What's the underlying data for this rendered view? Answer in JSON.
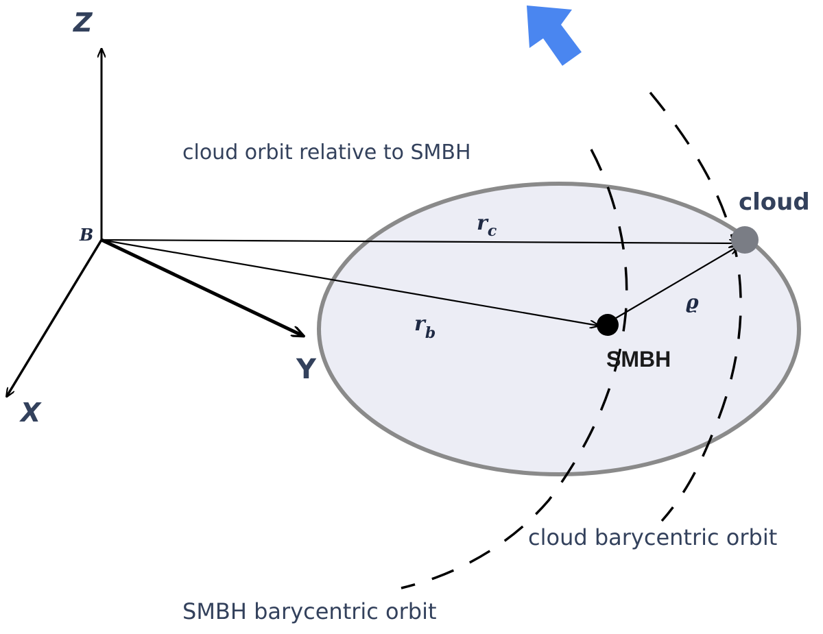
{
  "axes": {
    "z_label": "Z",
    "x_label": "X",
    "y_label": "Y",
    "origin_label": "B"
  },
  "vectors": {
    "rc_label": "r",
    "rc_sub": "c",
    "rb_label": "r",
    "rb_sub": "b",
    "rho_label": "ϱ"
  },
  "bodies": {
    "cloud_label": "cloud",
    "smbh_label": "SMBH"
  },
  "orbits": {
    "relative_label": "cloud orbit relative to SMBH",
    "cloud_bary_label": "cloud barycentric orbit",
    "smbh_bary_label": "SMBH barycentric orbit"
  },
  "colors": {
    "text": "#33415c",
    "ellipse_fill": "#ecedf5",
    "ellipse_stroke": "#8a8a8a",
    "cloud_dot": "#7a7d85",
    "smbh_dot": "#000000",
    "arrow_blue": "#4a86f0",
    "line": "#000000"
  },
  "icons": {
    "direction_arrow": "arrow-up-left-icon"
  }
}
